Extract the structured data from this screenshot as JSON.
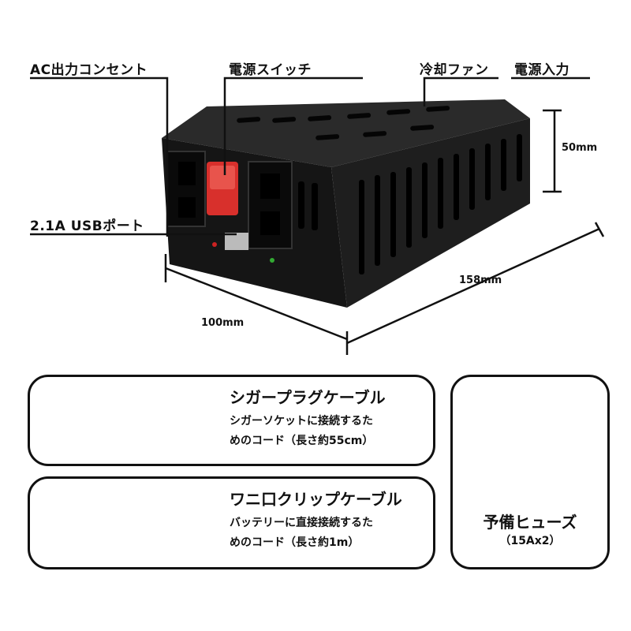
{
  "labels": {
    "ac_outlet": "AC出力コンセント",
    "power_switch": "電源スイッチ",
    "cooling_fan": "冷却ファン",
    "power_input": "電源入力",
    "usb_port": "2.1A USBポート"
  },
  "dimensions": {
    "height": "50mm",
    "length": "158mm",
    "width": "100mm"
  },
  "accessories": [
    {
      "title": "シガープラグケーブル",
      "desc_line1": "シガーソケットに接続するた",
      "desc_line2": "めのコード（長さ約55cm）"
    },
    {
      "title": "ワニ口クリップケーブル",
      "desc_line1": "バッテリーに直接接続するた",
      "desc_line2": "めのコード（長さ約1m）"
    },
    {
      "title": "予備ヒューズ",
      "subtitle": "（15Ax2）"
    }
  ],
  "colors": {
    "device": "#1a1a1a",
    "switch": "#d8302c",
    "fuse": "#3a8fd0"
  }
}
